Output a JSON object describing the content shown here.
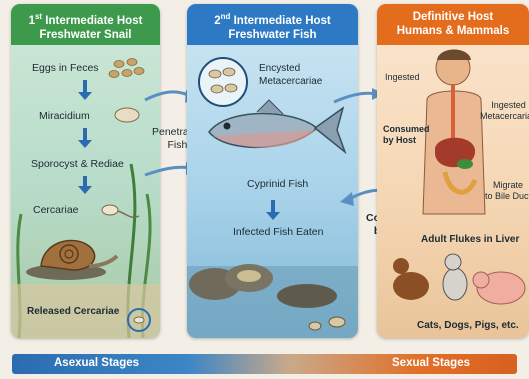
{
  "colors": {
    "asexual": "#2b6cb0",
    "sexual": "#e0712a",
    "host1": "#3d9a4c",
    "host2": "#2d79c4",
    "host3": "#e36d1d"
  },
  "panel1": {
    "title_num": "1",
    "title_sup": "st",
    "title_rest": " Intermediate Host",
    "subtitle": "Freshwater Snail",
    "steps": [
      "Eggs in Feces",
      "Miracidium",
      "Sporocyst & Rediae",
      "Cercariae"
    ],
    "bottom_label": "Released Cercariae"
  },
  "panel2": {
    "title_num": "2",
    "title_sup": "nd",
    "title_rest": " Intermediate Host",
    "subtitle": "Freshwater Fish",
    "encysted": "Encysted\nMetacercariae",
    "fish_label": "Cyprinid Fish",
    "eaten_label": "Infected Fish Eaten"
  },
  "panel3": {
    "title": "Definitive Host",
    "subtitle": "Humans & Mammals",
    "ingested": "Ingested",
    "ingested_meta": "Ingested\nMetacercariae",
    "consumed": "Consumed\nby Host",
    "migrate": "Migrate\nto Bile Duct",
    "adult": "Adult Flukes in Liver",
    "animals": "Cats, Dogs, Pigs, etc."
  },
  "between": {
    "penetrates": "Penetrates\nFish",
    "consumed": "Consumed\nby Host"
  },
  "stages": {
    "asexual": "Asexual Stages",
    "sexual": "Sexual Stages"
  }
}
